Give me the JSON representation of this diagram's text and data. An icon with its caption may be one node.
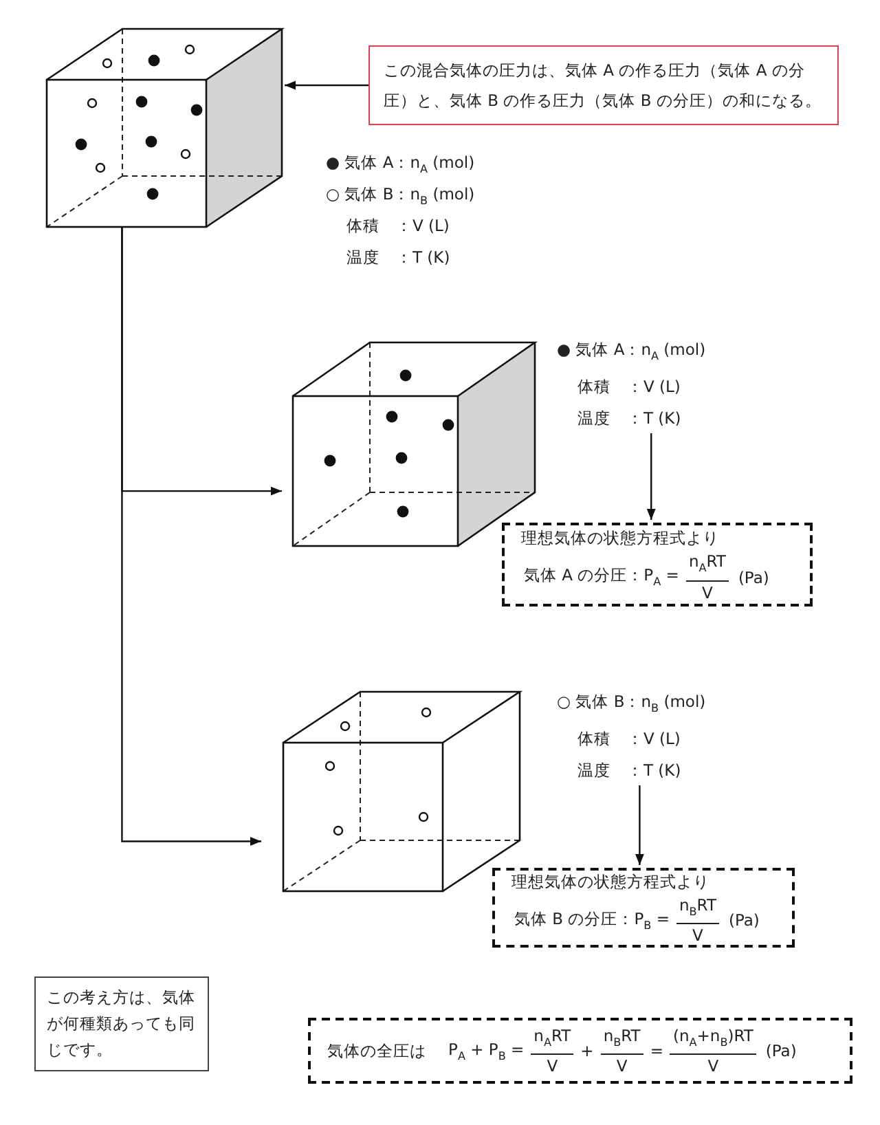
{
  "diagram": {
    "nodes": [
      {
        "text": [],
        "shape": "cube"
      },
      {
        "text": [
          "この混合気体の圧力は、気体 A の作る圧力（気体 A の分圧）と、気体 B の作る圧力（気体 B の分圧）の和になる。"
        ]
      },
      {
        "text": [],
        "shape": "cube"
      },
      {
        "text": [],
        "shape": "cube"
      },
      {
        "text": [
          "● 気体 A：n$_{A}$ (mol)",
          "体積　：V (L)",
          "温度　：T (K)"
        ]
      },
      {
        "text": [
          "理想気体の状態方程式より",
          "気体 A の分圧：P$_{A}$ =",
          "n$_{A}$RT",
          "V",
          "(Pa)"
        ]
      },
      {
        "text": [
          "○ 気体 B：n$_{B}$ (mol)",
          "体積　：V (L)",
          "温度　：T (K)"
        ]
      },
      {
        "text": [
          "理想気体の状態方程式より",
          "気体 B の分圧：P$_{B}$ =",
          "n$_{B}$RT",
          "V",
          "(Pa)"
        ]
      },
      {
        "text": [
          "この考え方は、気体が何種類あっても同じです。"
        ]
      },
      {
        "text": [
          "気体の全圧は",
          "P$_{A}$ + P$_{B}$ =",
          "n$_{A}$RT",
          "V",
          "+",
          "n$_{B}$RT",
          "V",
          "=",
          "(n$_{A}$+n$_{B}$)RT",
          "V",
          "(Pa)"
        ]
      }
    ],
    "edges": [
      {
        "from": 1,
        "to": 0,
        "arrow": "to"
      },
      {
        "from": 0,
        "to": 2,
        "arrow": "to"
      },
      {
        "from": 0,
        "to": 3,
        "arrow": "to"
      },
      {
        "from": 4,
        "to": 5,
        "arrow": "to"
      },
      {
        "from": 6,
        "to": 7,
        "arrow": "to"
      }
    ],
    "labels": [
      "● 気体 A：n$_{A}$ (mol)",
      "○ 気体 B：n$_{B}$ (mol)",
      "体積　：V (L)",
      "温度　：T (K)"
    ]
  }
}
